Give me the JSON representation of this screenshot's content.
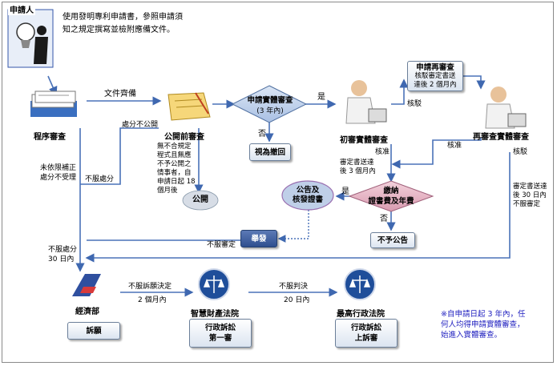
{
  "applicant": {
    "title": "申請人",
    "instruction": "使用發明專利申請書，參照申請須\n知之規定撰寫並檢附應備文件。"
  },
  "nodes": {
    "procedure_review": "程序審查",
    "pre_publication_review": "公開前審查",
    "request_substantive": "申請實體審查",
    "request_substantive_period": "(3 年內)",
    "deemed_withdrawn": "視為撤回",
    "first_review": "初審實體審查",
    "reexam_request": "申請再審查",
    "reexam_request_sub": "核駁審定書送\n達後 2 個月內",
    "reexam": "再審查實體審查",
    "pay_fees": "繳納\n證書費及年費",
    "announce": "公告及\n核發證書",
    "not_announce": "不予公告",
    "publish": "公開",
    "opposition": "舉發",
    "moea": "經濟部",
    "appeal": "訴願",
    "ip_court": "智慧財產法院",
    "ip_court_box": "行政訴訟\n第一審",
    "supreme_court": "最高行政法院",
    "supreme_court_box": "行政訴訟\n上訴審"
  },
  "edge_labels": {
    "docs_ready": "文件齊備",
    "disposition_not_public": "處分不公開",
    "not_public_cond": "無不合規定\n程式且無應\n不予公開之\n情事者，自\n申請日起 18\n個月後",
    "yes1": "是",
    "no1": "否",
    "reject1": "核駁",
    "approve1": "核准",
    "approve2": "核准",
    "reject2": "核駁",
    "after_approval": "審定書送達\n後 3 個月內",
    "yes2": "是",
    "no2": "否",
    "not_corrected": "未依限補正\n處分不受理",
    "not_accept_disposition": "不服處分",
    "not_accept_review": "不服審定",
    "reexam_timing": "審定書送達\n後 30 日內\n不服審定",
    "disposition_30": "不服處分\n30 日內",
    "appeal_decision": "不服訴願決定",
    "two_months": "2 個月內",
    "judgment": "不服判決",
    "twenty_days": "20 日內"
  },
  "footnote": "※自申請日起 3 年內，任\n何人均得申請實體審查，\n始進入實體審查。",
  "colors": {
    "arrow": "#4a72b8",
    "diamond": "#4f81bd",
    "ellipse_fill": "#bfcfe8",
    "note": "#1f1fbf"
  }
}
